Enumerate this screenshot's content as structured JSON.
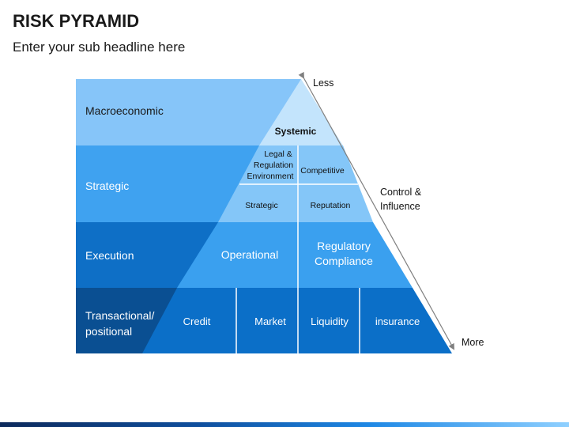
{
  "title": "RISK PYRAMID",
  "subtitle": "Enter your sub headline here",
  "rows": {
    "macro": "Macroeconomic",
    "strategic": "Strategic",
    "execution": "Execution",
    "transactional_1": "Transactional/",
    "transactional_2": "positional"
  },
  "pyramid": {
    "systemic": "Systemic",
    "legal_1": "Legal &",
    "legal_2": "Regulation",
    "legal_3": "Environment",
    "competitive": "Competitive",
    "strategic": "Strategic",
    "reputation": "Reputation",
    "operational": "Operational",
    "regulatory_1": "Regulatory",
    "regulatory_2": "Compliance",
    "credit": "Credit",
    "market": "Market",
    "liquidity": "Liquidity",
    "insurance": "insurance"
  },
  "axis": {
    "top": "Less",
    "bottom": "More",
    "middle_1": "Control &",
    "middle_2": "Influence"
  },
  "colors": {
    "macro": "#86c5f9",
    "strategic_band": "#3fa2f0",
    "execution_band": "#0e6fc6",
    "transactional_band": "#0a4f92",
    "tier_top": "#c3e4fc",
    "tier_two": "#84c6f8",
    "tier_three": "#3aa0ef",
    "tier_bottom": "#0b6fc8",
    "divider": "#ffffff",
    "arrow": "#7f7f7f"
  }
}
